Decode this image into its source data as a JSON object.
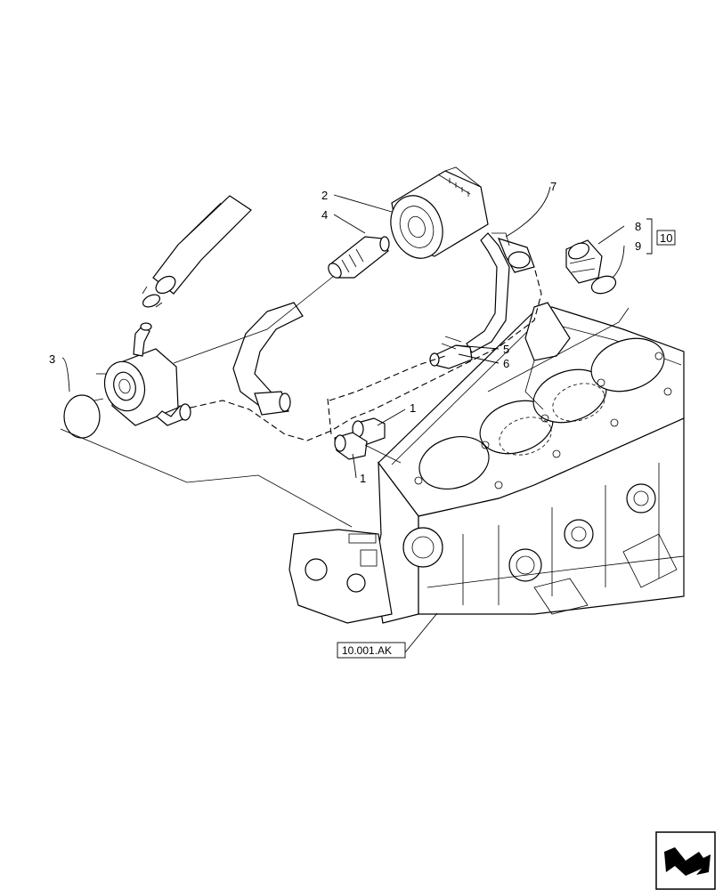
{
  "callouts": {
    "c1a": "1",
    "c1b": "1",
    "c2": "2",
    "c3": "3",
    "c4": "4",
    "c5": "5",
    "c6": "6",
    "c7": "7",
    "c8": "8",
    "c9": "9",
    "c10": "10"
  },
  "reference": "10.001.AK",
  "icons": {
    "nav": "next-page-arrow-icon"
  }
}
